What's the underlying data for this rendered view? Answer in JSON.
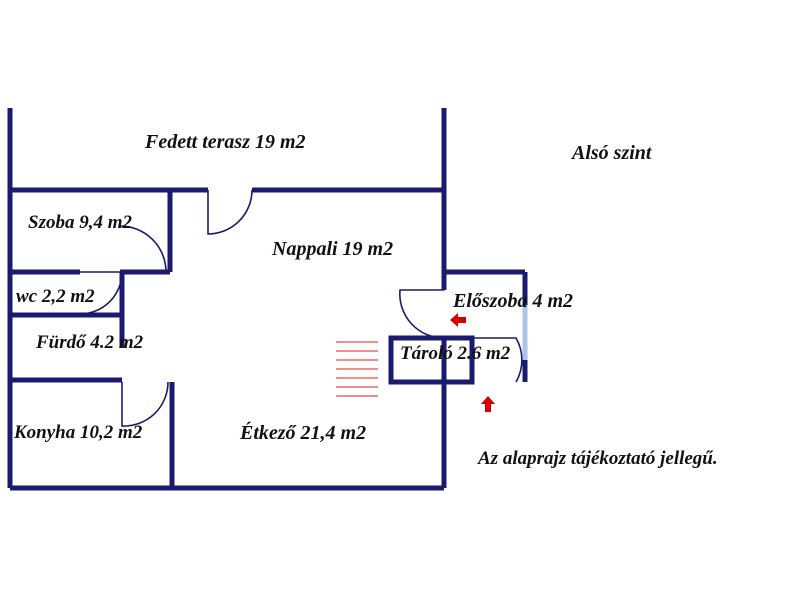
{
  "colors": {
    "wall": "#1a1a6e",
    "window": "#a9c6e8",
    "stairs": "#e34a4a",
    "arrow": "#d40000",
    "text": "#111111"
  },
  "labels": {
    "level": "Alsó szint",
    "disclaimer": "Az alaprajz tájékoztató jellegű.",
    "rooms": {
      "terrace": "Fedett terasz 19 m2",
      "bedroom": "Szoba 9,4 m2",
      "living": "Nappali 19 m2",
      "wc": "wc 2,2 m2",
      "hall": "Előszoba 4 m2",
      "bathroom": "Fürdő 4.2 m2",
      "storage": "Tároló 2.6 m2",
      "kitchen": "Konyha 10,2 m2",
      "dining": "Étkező 21,4 m2"
    }
  },
  "icons": {
    "entrance_arrow_left": "arrow-left-icon",
    "entrance_arrow_up": "arrow-up-icon",
    "stairs": "stairs-icon"
  }
}
